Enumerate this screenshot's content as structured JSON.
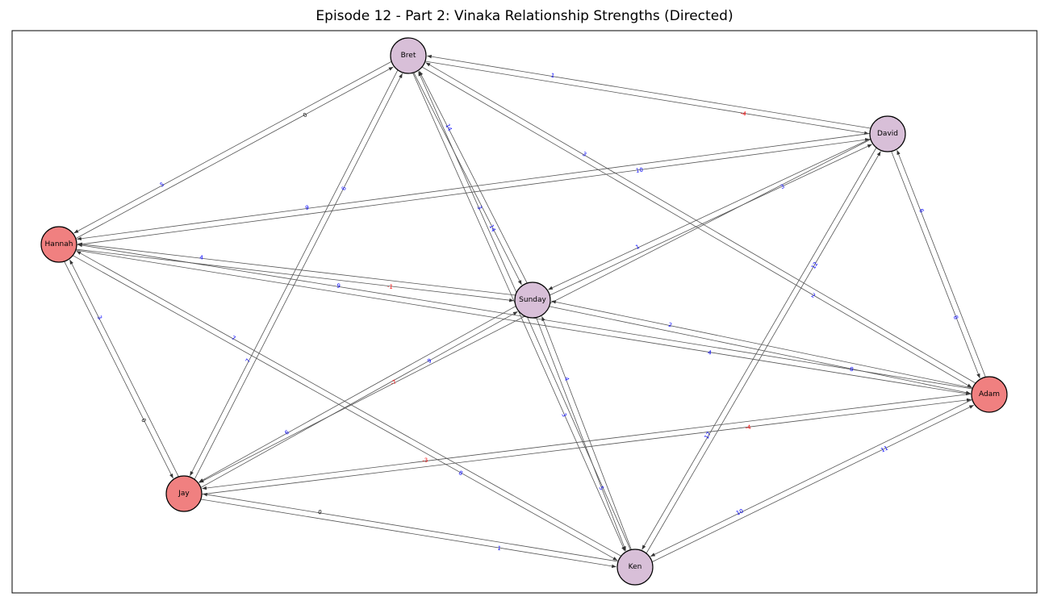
{
  "title": "Episode 12 - Part 2: Vinaka Relationship Strengths (Directed)",
  "colors": {
    "node_purple": "#d8bfd8",
    "node_red": "#f08080",
    "positive_label": "#0000ff",
    "negative_label": "#ff0000",
    "zero_label": "#000000",
    "edge": "#555555"
  },
  "nodes": [
    {
      "id": "Bret",
      "label": "Bret",
      "group": "purple"
    },
    {
      "id": "David",
      "label": "David",
      "group": "purple"
    },
    {
      "id": "Hannah",
      "label": "Hannah",
      "group": "red"
    },
    {
      "id": "Sunday",
      "label": "Sunday",
      "group": "purple"
    },
    {
      "id": "Adam",
      "label": "Adam",
      "group": "red"
    },
    {
      "id": "Jay",
      "label": "Jay",
      "group": "red"
    },
    {
      "id": "Ken",
      "label": "Ken",
      "group": "purple"
    }
  ],
  "edges": [
    {
      "from": "Bret",
      "to": "David",
      "weight": "-4"
    },
    {
      "from": "David",
      "to": "Bret",
      "weight": "1"
    },
    {
      "from": "Bret",
      "to": "Hannah",
      "weight": "5"
    },
    {
      "from": "Hannah",
      "to": "Bret",
      "weight": "0"
    },
    {
      "from": "Bret",
      "to": "Jay",
      "weight": "7"
    },
    {
      "from": "Jay",
      "to": "Bret",
      "weight": "6"
    },
    {
      "from": "Bret",
      "to": "Sunday",
      "weight": "14"
    },
    {
      "from": "Sunday",
      "to": "Bret",
      "weight": "14"
    },
    {
      "from": "Bret",
      "to": "Ken",
      "weight": "3"
    },
    {
      "from": "Ken",
      "to": "Bret",
      "weight": "3"
    },
    {
      "from": "Bret",
      "to": "Adam",
      "weight": "2"
    },
    {
      "from": "Adam",
      "to": "Bret",
      "weight": "3"
    },
    {
      "from": "David",
      "to": "Hannah",
      "weight": "9"
    },
    {
      "from": "Hannah",
      "to": "David",
      "weight": "10"
    },
    {
      "from": "David",
      "to": "Sunday",
      "weight": "1"
    },
    {
      "from": "Sunday",
      "to": "David",
      "weight": "3"
    },
    {
      "from": "David",
      "to": "Adam",
      "weight": "8"
    },
    {
      "from": "Adam",
      "to": "David",
      "weight": "6"
    },
    {
      "from": "David",
      "to": "Ken",
      "weight": "17"
    },
    {
      "from": "Ken",
      "to": "David",
      "weight": "12"
    },
    {
      "from": "David",
      "to": "Jay",
      "weight": "-7"
    },
    {
      "from": "Hannah",
      "to": "Sunday",
      "weight": "-1"
    },
    {
      "from": "Sunday",
      "to": "Hannah",
      "weight": "4"
    },
    {
      "from": "Hannah",
      "to": "Adam",
      "weight": "4"
    },
    {
      "from": "Adam",
      "to": "Hannah",
      "weight": "9"
    },
    {
      "from": "Hannah",
      "to": "Jay",
      "weight": "0"
    },
    {
      "from": "Jay",
      "to": "Hannah",
      "weight": "3"
    },
    {
      "from": "Hannah",
      "to": "Ken",
      "weight": "8"
    },
    {
      "from": "Ken",
      "to": "Hannah",
      "weight": "7"
    },
    {
      "from": "Sunday",
      "to": "Jay",
      "weight": "6"
    },
    {
      "from": "Jay",
      "to": "Sunday",
      "weight": "9"
    },
    {
      "from": "Sunday",
      "to": "Adam",
      "weight": "8"
    },
    {
      "from": "Adam",
      "to": "Sunday",
      "weight": "2"
    },
    {
      "from": "Sunday",
      "to": "Ken",
      "weight": "5"
    },
    {
      "from": "Ken",
      "to": "Sunday",
      "weight": "4"
    },
    {
      "from": "Adam",
      "to": "Jay",
      "weight": "-3"
    },
    {
      "from": "Jay",
      "to": "Adam",
      "weight": "-4"
    },
    {
      "from": "Adam",
      "to": "Ken",
      "weight": "10"
    },
    {
      "from": "Ken",
      "to": "Adam",
      "weight": "11"
    },
    {
      "from": "Jay",
      "to": "Ken",
      "weight": "1"
    },
    {
      "from": "Ken",
      "to": "Jay",
      "weight": "0"
    }
  ]
}
